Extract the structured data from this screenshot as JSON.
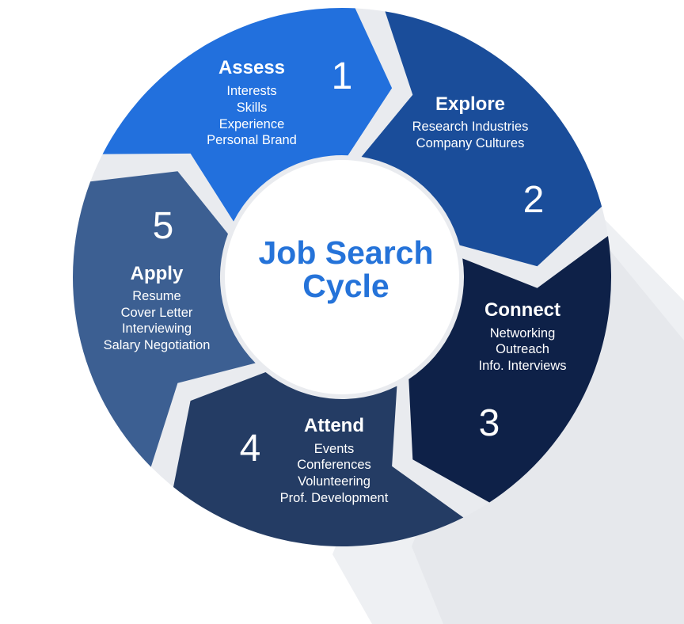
{
  "center": {
    "title_line1": "Job Search",
    "title_line2": "Cycle"
  },
  "colors": {
    "ring_background": "#e9ebef",
    "center_fill": "#ffffff",
    "center_text": "#2573d9",
    "shadow": "#e4e6ea",
    "text": "#ffffff"
  },
  "steps": [
    {
      "number": "1",
      "title": "Assess",
      "items": [
        "Interests",
        "Skills",
        "Experience",
        "Personal Brand"
      ],
      "color": "#2270dd"
    },
    {
      "number": "2",
      "title": "Explore",
      "items": [
        "Research Industries",
        "Company Cultures"
      ],
      "color": "#1a4d9a"
    },
    {
      "number": "3",
      "title": "Connect",
      "items": [
        "Networking",
        "Outreach",
        "Info. Interviews"
      ],
      "color": "#0e2148"
    },
    {
      "number": "4",
      "title": "Attend",
      "items": [
        "Events",
        "Conferences",
        "Volunteering",
        "Prof. Development"
      ],
      "color": "#243c64"
    },
    {
      "number": "5",
      "title": "Apply",
      "items": [
        "Resume",
        "Cover Letter",
        "Interviewing",
        "Salary Negotiation"
      ],
      "color": "#3c5f92"
    }
  ]
}
